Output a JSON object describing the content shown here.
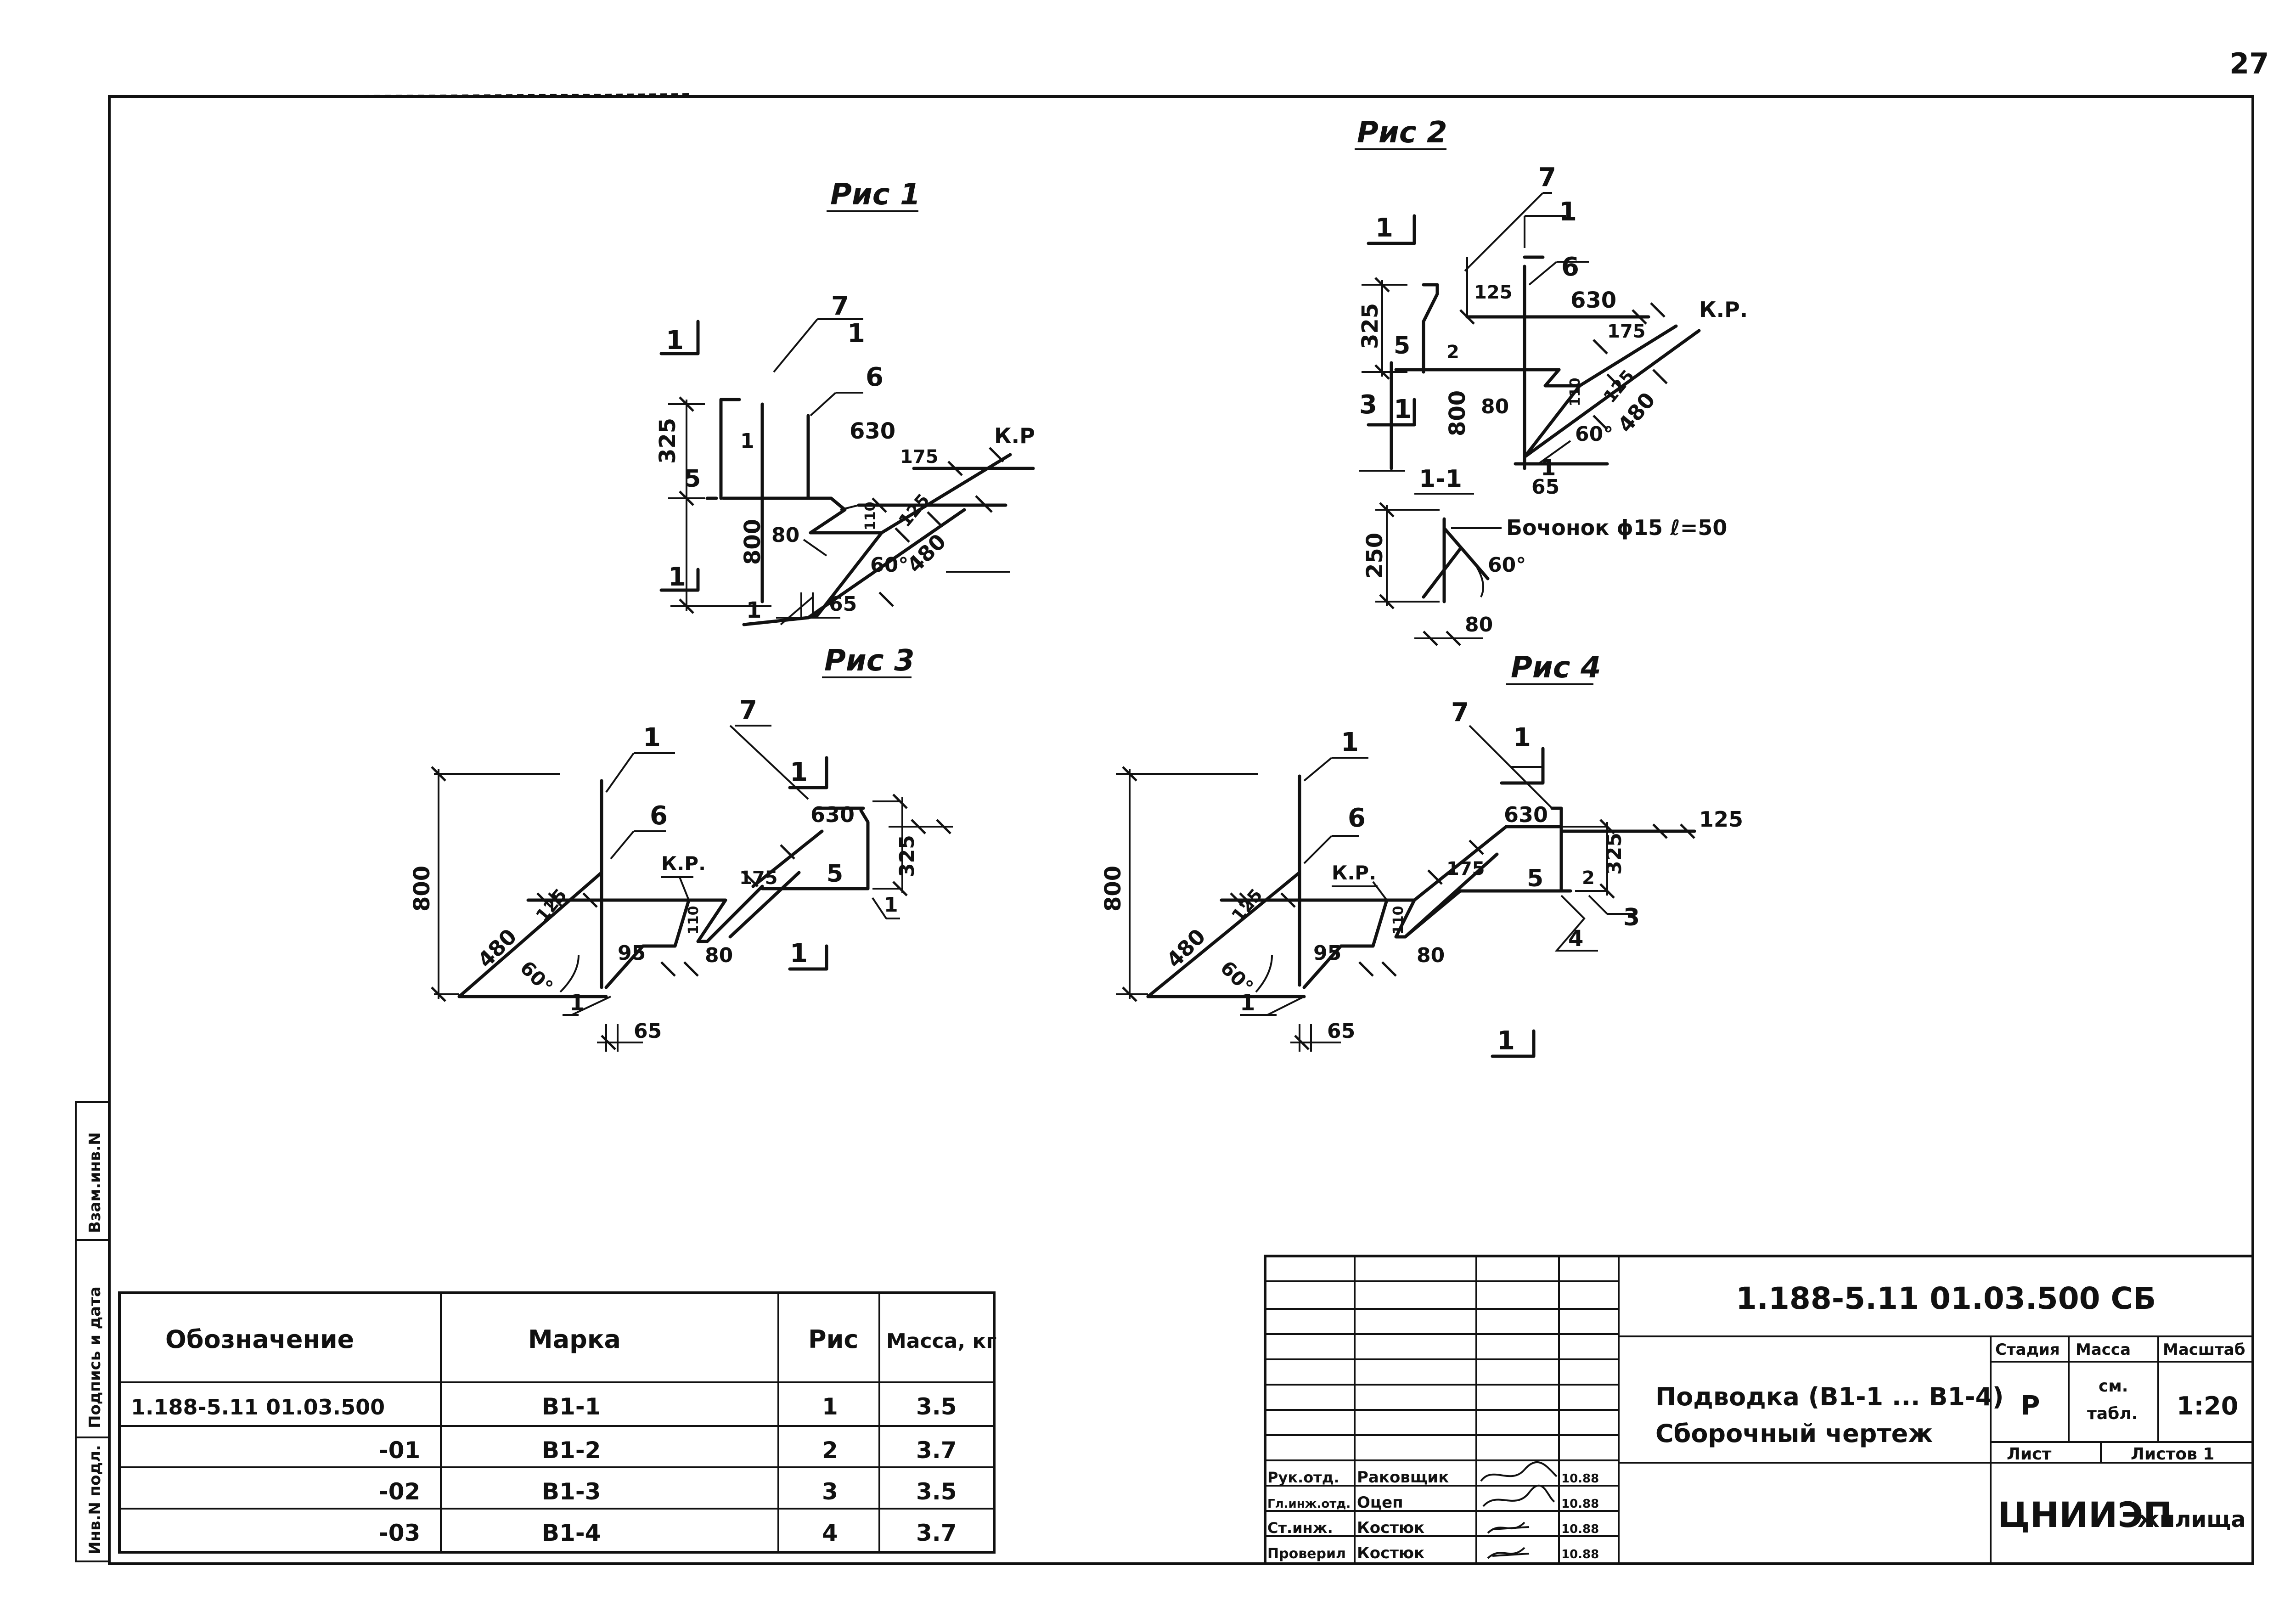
{
  "page_number": "27",
  "figures": {
    "fig1": {
      "title": "Рис 1",
      "labels": {
        "pos7": "7",
        "pos6": "6",
        "pos1_top": "1",
        "pos5": "5",
        "pos1_mid": "1",
        "pos1_bot": "1",
        "sec_top": "1",
        "sec_bot": "1",
        "kp": "К.Р"
      },
      "dims": {
        "d325": "325",
        "d800": "800",
        "d630": "630",
        "d175": "175",
        "d110": "110",
        "d125": "125",
        "d480": "480",
        "d80": "80",
        "d65": "65",
        "angle": "60°"
      }
    },
    "fig2": {
      "title": "Рис 2",
      "labels": {
        "pos7": "7",
        "pos6": "6",
        "pos1_top": "1",
        "pos5": "5",
        "pos2": "2",
        "pos3": "3",
        "pos1_bot": "1",
        "sec_top": "1",
        "sec_bot": "1",
        "kp": "К.Р."
      },
      "dims": {
        "d325": "325",
        "d800": "800",
        "d125": "125",
        "d630": "630",
        "d175": "175",
        "d110": "110",
        "d125b": "125",
        "d480": "480",
        "d80": "80",
        "d65": "65",
        "angle": "60°"
      },
      "section": {
        "title": "1-1",
        "note": "Бочонок ϕ15 ℓ=50",
        "d250": "250",
        "d80": "80",
        "angle": "60°"
      }
    },
    "fig3": {
      "title": "Рис 3",
      "labels": {
        "pos7": "7",
        "pos6": "6",
        "pos1_top": "1",
        "pos1_bot": "1",
        "pos5": "5",
        "pos1_r": "1",
        "sec_top": "1",
        "sec_bot": "1",
        "kp": "К.Р."
      },
      "dims": {
        "d800": "800",
        "d480": "480",
        "d125": "125",
        "d95": "95",
        "d80": "80",
        "d110": "110",
        "d175": "175",
        "d630": "630",
        "d325": "325",
        "d65": "65",
        "angle": "60°"
      }
    },
    "fig4": {
      "title": "Рис 4",
      "labels": {
        "pos7": "7",
        "pos6": "6",
        "pos1_top": "1",
        "pos1_bot": "1",
        "pos5": "5",
        "pos2": "2",
        "pos3": "3",
        "pos4": "4",
        "sec_top": "1",
        "sec_bot": "1",
        "kp": "К.Р."
      },
      "dims": {
        "d800": "800",
        "d480": "480",
        "d125": "125",
        "d95": "95",
        "d80": "80",
        "d110": "110",
        "d175": "175",
        "d630": "630",
        "d325": "325",
        "d125b": "125",
        "d65": "65",
        "angle": "60°"
      }
    }
  },
  "spec_table": {
    "headers": [
      "Обозначение",
      "Марка",
      "Рис",
      "Масса, кг"
    ],
    "rows": [
      {
        "designation": "1.188-5.11    01.03.500",
        "mark": "В1-1",
        "fig": "1",
        "mass": "3.5"
      },
      {
        "designation": "-01",
        "mark": "В1-2",
        "fig": "2",
        "mass": "3.7"
      },
      {
        "designation": "-02",
        "mark": "В1-3",
        "fig": "3",
        "mass": "3.5"
      },
      {
        "designation": "-03",
        "mark": "В1-4",
        "fig": "4",
        "mass": "3.7"
      }
    ]
  },
  "side_stamp": [
    "Инв.N подл.",
    "Подпись и дата",
    "Взам.инв.N"
  ],
  "title_block": {
    "code": "1.188-5.11    01.03.500 СБ",
    "name_line1": "Подводка (В1-1 ... В1-4)",
    "name_line2": "Сборочный чертеж",
    "stage_label": "Стадия",
    "mass_label": "Масса",
    "scale_label": "Масштаб",
    "stage": "Р",
    "mass_line1": "см.",
    "mass_line2": "табл.",
    "scale": "1:20",
    "sheet_label": "Лист",
    "sheets_label": "Листов 1",
    "org_main": "ЦНИИЭП",
    "org_sub": "жилища",
    "people": [
      {
        "role": "Рук.отд.",
        "name": "Раковщик",
        "date": "10.88"
      },
      {
        "role": "Гл.инж.отд.",
        "name": "Оцеп",
        "date": "10.88"
      },
      {
        "role": "Ст.инж.",
        "name": "Костюк",
        "date": "10.88"
      },
      {
        "role": "Проверил",
        "name": "Костюк",
        "date": "10.88"
      }
    ]
  }
}
